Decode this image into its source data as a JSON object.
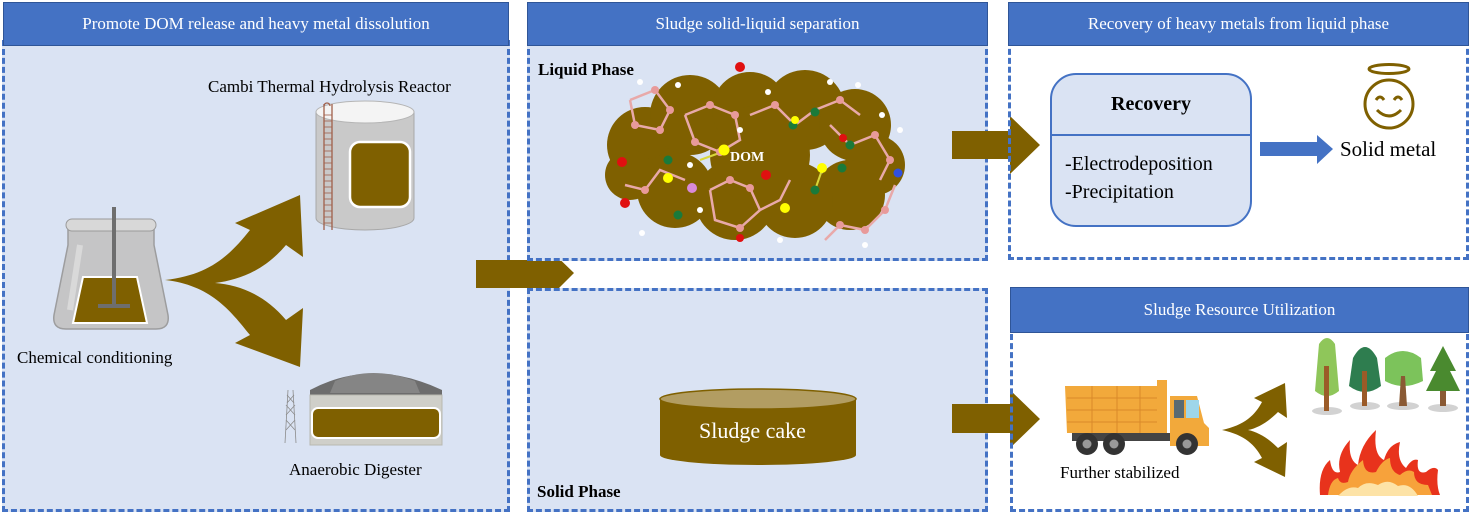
{
  "panels": {
    "conditioning": {
      "title": "Promote DOM release and heavy metal dissolution",
      "flask_label": "Chemical conditioning",
      "reactor_label": "Cambi Thermal Hydrolysis Reactor",
      "digester_label": "Anaerobic Digester"
    },
    "separation": {
      "title": "Sludge solid-liquid separation",
      "liquid_label": "Liquid Phase",
      "dom_label": "DOM",
      "solid_label": "Solid Phase",
      "cake_label": "Sludge cake"
    },
    "recovery": {
      "title": "Recovery of heavy metals from liquid phase",
      "box_title": "Recovery",
      "methods": [
        "-Electrodeposition",
        "-Precipitation"
      ],
      "output_label": "Solid metal"
    },
    "utilization": {
      "title": "Sludge Resource Utilization",
      "truck_label": "Further stabilized"
    }
  },
  "icons": {
    "flask": "beaker-with-stirrer-icon",
    "reactor": "thermal-hydrolysis-tank-icon",
    "digester": "anaerobic-digester-dome-icon",
    "molecule": "dom-molecule-cloud-icon",
    "cake": "sludge-cake-cylinder-icon",
    "smiley": "smiling-halo-face-icon",
    "truck": "dump-truck-icon",
    "trees": "trees-icon",
    "fire": "fire-icon"
  },
  "colors": {
    "header_blue": "#4472c4",
    "panel_fill": "#dae3f3",
    "sludge_brown": "#7f6000",
    "arrow_blue": "#4472c4"
  }
}
